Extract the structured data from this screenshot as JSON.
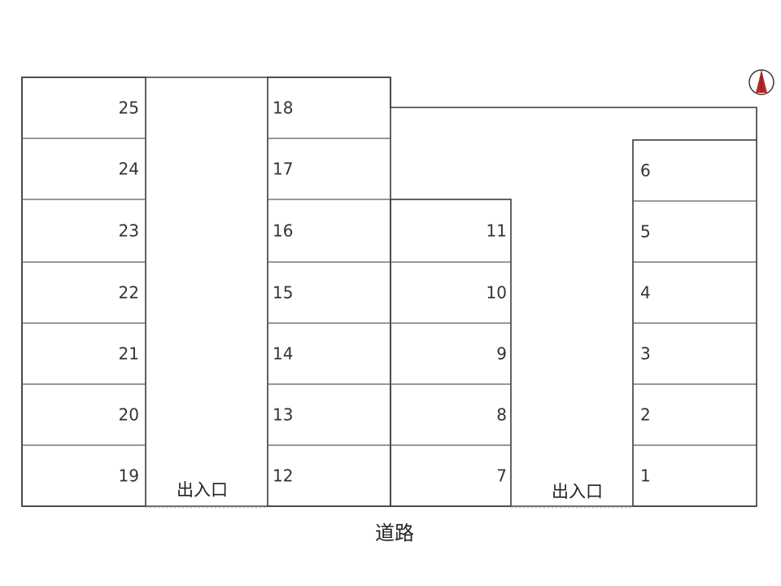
{
  "map": {
    "spaces": {
      "col_a": [
        "25",
        "24",
        "23",
        "22",
        "21",
        "20",
        "19"
      ],
      "col_b": [
        "18",
        "17",
        "16",
        "15",
        "14",
        "13",
        "12"
      ],
      "col_c": [
        "11",
        "10",
        "9",
        "8",
        "7"
      ],
      "col_d": [
        "6",
        "5",
        "4",
        "3",
        "2",
        "1"
      ]
    },
    "entrance_label": "出入口",
    "road_label": "道路",
    "north_icon": "north-arrow-icon",
    "colors": {
      "line": "#3a3a3a",
      "north_arrow": "#b8282a"
    }
  }
}
